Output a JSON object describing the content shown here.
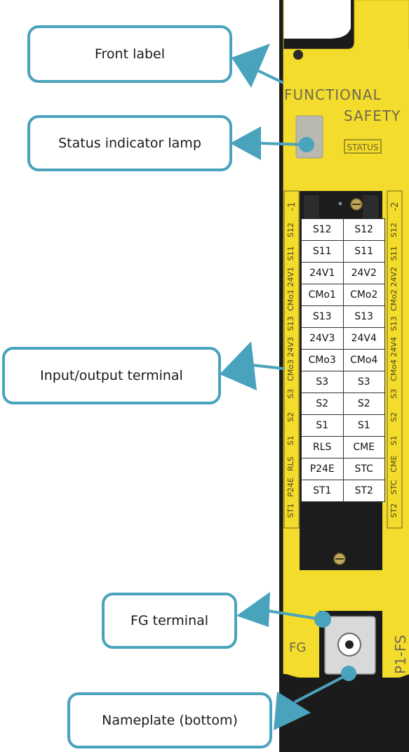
{
  "callouts": {
    "front_label": "Front label",
    "status_lamp": "Status indicator lamp",
    "io_terminal": "Input/output terminal",
    "fg_terminal": "FG terminal",
    "nameplate": "Nameplate (bottom)"
  },
  "module": {
    "label_line1": "FUNCTIONAL",
    "label_line2": "SAFETY",
    "status_tag": "STATUS",
    "connector_left_tag": "-1",
    "connector_right_tag": "-2",
    "fg_text": "FG",
    "model_text": "P1-FS",
    "side_left": [
      "S12",
      "S11",
      "24V1",
      "CMo1",
      "S13",
      "24V3",
      "CMo3",
      "S3",
      "S2",
      "S1",
      "RLS",
      "P24E",
      "ST1"
    ],
    "side_right": [
      "S12",
      "S11",
      "24V2",
      "CMo2",
      "S13",
      "24V4",
      "CMo4",
      "S3",
      "S2",
      "S1",
      "CME",
      "STC",
      "ST2"
    ]
  },
  "terminals": [
    [
      "S12",
      "S12"
    ],
    [
      "S11",
      "S11"
    ],
    [
      "24V1",
      "24V2"
    ],
    [
      "CMo1",
      "CMo2"
    ],
    [
      "S13",
      "S13"
    ],
    [
      "24V3",
      "24V4"
    ],
    [
      "CMo3",
      "CMo4"
    ],
    [
      "S3",
      "S3"
    ],
    [
      "S2",
      "S2"
    ],
    [
      "S1",
      "S1"
    ],
    [
      "RLS",
      "CME"
    ],
    [
      "P24E",
      "STC"
    ],
    [
      "ST1",
      "ST2"
    ]
  ],
  "colors": {
    "accent": "#4aa3bd",
    "module_yellow": "#f4dc2c",
    "module_dark": "#1b1b1b"
  }
}
